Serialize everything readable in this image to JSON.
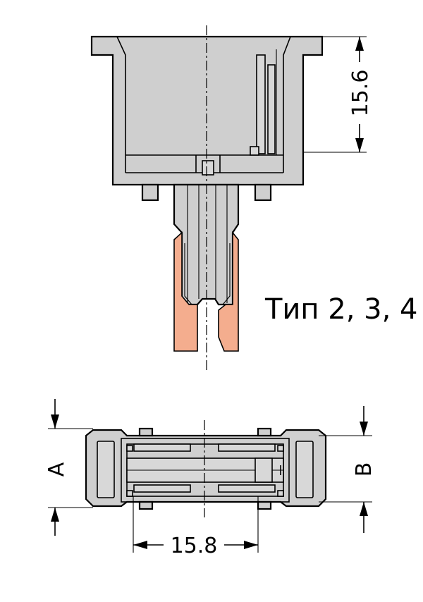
{
  "top_view": {
    "dimension_height": "15.6",
    "type_label": "Тип 2, 3, 4"
  },
  "bottom_view": {
    "dimension_a": "A",
    "dimension_b": "B",
    "dimension_width": "15.8"
  },
  "colors": {
    "housing": "#cfcfcf",
    "contact": "#f4ad8e",
    "line": "#000000"
  }
}
